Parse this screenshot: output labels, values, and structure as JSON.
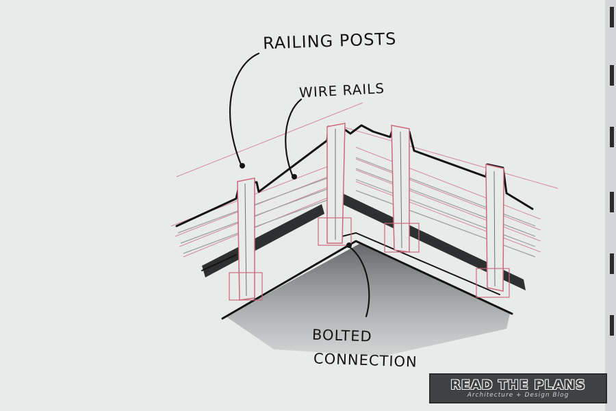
{
  "labels": {
    "railing_posts": "RAILING POSTS",
    "wire_rails": "WIRE RAILS",
    "bolted": "BOLTED",
    "connection": "CONNECTION"
  },
  "logo": {
    "title": "READ THE PLANS",
    "subtitle": "Architecture + Design Blog"
  },
  "colors": {
    "paper": "#e9ebeb",
    "ink": "#141414",
    "pencil_red": "#c96a7a",
    "shadow": "#55585a"
  }
}
